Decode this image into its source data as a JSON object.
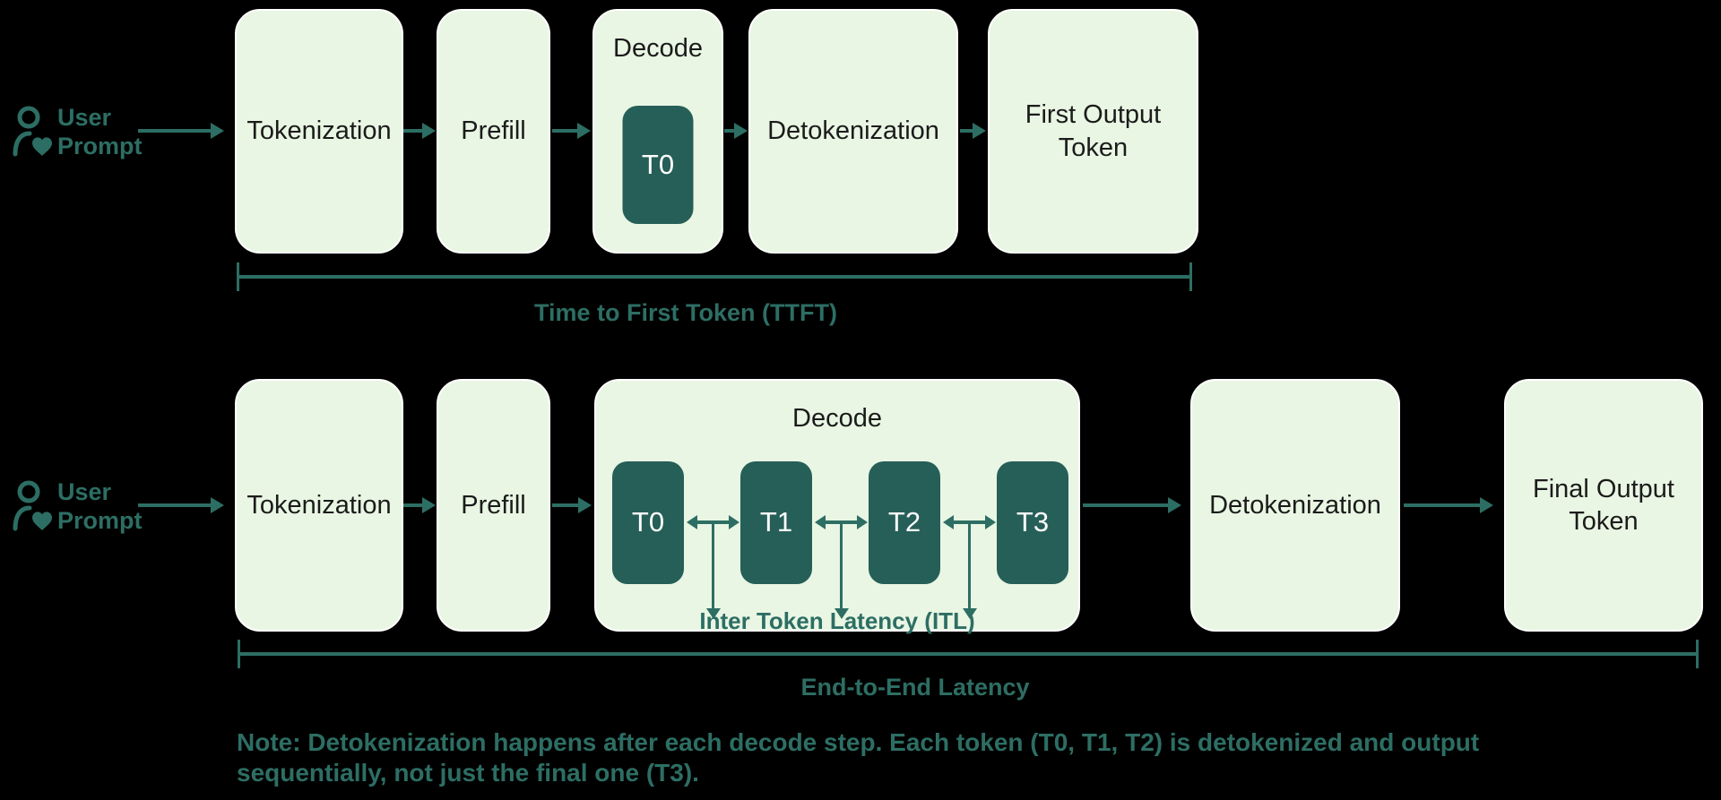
{
  "colors": {
    "background": "#000000",
    "box_fill": "#e9f6e3",
    "box_border": "#ffffff",
    "box_text": "#1b1b1b",
    "token_fill": "#265f58",
    "token_text": "#ffffff",
    "accent": "#2d6e64"
  },
  "ttft_flow": {
    "user_prompt": "User\nPrompt",
    "steps": [
      "Tokenization",
      "Prefill"
    ],
    "decode": {
      "label": "Decode",
      "tokens": [
        "T0"
      ]
    },
    "detokenization": "Detokenization",
    "output": "First Output\nToken",
    "bracket_label": "Time to First Token (TTFT)"
  },
  "e2e_flow": {
    "user_prompt": "User\nPrompt",
    "steps": [
      "Tokenization",
      "Prefill"
    ],
    "decode": {
      "label": "Decode",
      "tokens": [
        "T0",
        "T1",
        "T2",
        "T3"
      ],
      "itl_label": "Inter Token Latency (ITL)"
    },
    "detokenization": "Detokenization",
    "output": "Final Output\nToken",
    "bracket_label": "End-to-End Latency"
  },
  "note": "Note: Detokenization happens after each decode step. Each token (T0, T1, T2) is detokenized and output\nsequentially, not just the final one (T3)."
}
